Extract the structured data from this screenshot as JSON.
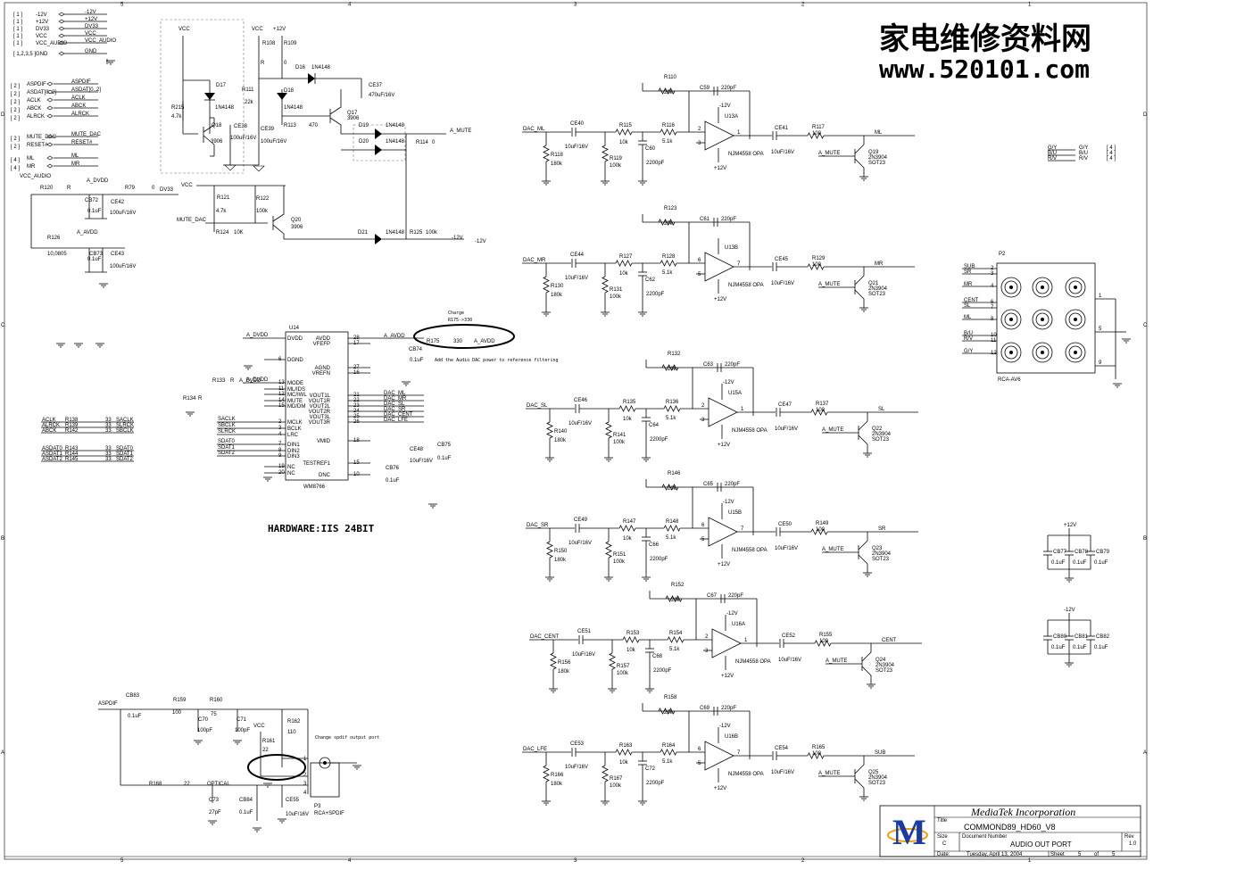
{
  "watermark": {
    "cn": "家电维修资料网",
    "url": "www.520101.com"
  },
  "hardware_note": "HARDWARE:IIS 24BIT",
  "notes": {
    "charge1": "Charge",
    "charge1b": "R175->330",
    "dac_note": "Add the Audio DAC power to reference filtering",
    "spdif_note": "Change spdif output port"
  },
  "title_block": {
    "company": "MediaTek Incorporation",
    "title_label": "Title",
    "title": "COMMOND89_HD60_V8",
    "size_label": "Size",
    "size": "C",
    "docnum_label": "Document Number",
    "docnum": "AUDIO OUT PORT",
    "rev_label": "Rev",
    "rev": "1.0",
    "date_label": "Date:",
    "date": "Tuesday, April 13, 2004",
    "sheet_label": "Sheet",
    "sheet": "5",
    "of_label": "of",
    "of": "5"
  },
  "power_ports": [
    {
      "page": "[ 1 ]",
      "net": "-12V",
      "out": "-12V"
    },
    {
      "page": "[ 1 ]",
      "net": "+12V",
      "out": "+12V"
    },
    {
      "page": "[ 1 ]",
      "net": "DV33",
      "out": "DV33"
    },
    {
      "page": "[ 1 ]",
      "net": "VCC",
      "out": "VCC"
    },
    {
      "page": "[ 1 ]",
      "net": "VCC_AUDIO",
      "out": "VCC_AUDIO"
    },
    {
      "page": "[ 1,2,3,5 ]",
      "net": "GND",
      "out": "GND"
    }
  ],
  "signal_ports": [
    {
      "page": "[ 2 ]",
      "net": "ASPDIF",
      "out": "ASPDIF"
    },
    {
      "page": "[ 2 ]",
      "net": "ASDAT[0..2]",
      "out": "ASDAT[0..2]"
    },
    {
      "page": "[ 2 ]",
      "net": "ACLK",
      "out": "ACLK"
    },
    {
      "page": "[ 2 ]",
      "net": "ABCK",
      "out": "ABCK"
    },
    {
      "page": "[ 2 ]",
      "net": "ALRCK",
      "out": "ALRCK"
    },
    {
      "page": "[ 2 ]",
      "net": "MUTE_DAC",
      "out": "MUTE_DAC"
    },
    {
      "page": "[ 2 ]",
      "net": "RESET#",
      "out": "RESET#"
    },
    {
      "page": "[ 4 ]",
      "net": "ML",
      "out": "ML"
    },
    {
      "page": "[ 4 ]",
      "net": "MR",
      "out": "MR"
    }
  ],
  "video_ports": [
    {
      "net": "G/Y",
      "page": "[ 4 ]"
    },
    {
      "net": "B/U",
      "page": "[ 4 ]"
    },
    {
      "net": "R/V",
      "page": "[ 4 ]"
    }
  ],
  "mute": {
    "vcc": "VCC",
    "p12": "+12V",
    "parts": [
      "R215",
      "4.7k",
      "D17",
      "1N4148",
      "Q18",
      "3906",
      "CE38",
      "100uF/16V",
      "R111",
      "22k",
      "R108",
      "R",
      "R109",
      "0",
      "D16",
      "1N4148",
      "D18",
      "1N4148",
      "R113",
      "470",
      "Q17",
      "3906",
      "CE39",
      "100uF/16V",
      "CE37",
      "470uF/16V",
      "D19",
      "1N4148",
      "D20",
      "1N4148",
      "R114",
      "0",
      "A_MUTE",
      "R121",
      "4.7k",
      "R122",
      "100k",
      "R124",
      "10K",
      "Q20",
      "3906",
      "MUTE_DAC",
      "D21",
      "1N4148",
      "R125",
      "100k",
      "-12V",
      "-12V"
    ]
  },
  "supply": {
    "parts": [
      "VCC_AUDIO",
      "R120",
      "R",
      "A_DVDD",
      "R79",
      "0",
      "DV33",
      "CB72",
      "0.1uF",
      "CE42",
      "100uF/16V",
      "R126",
      "10,0805",
      "A_AVDD",
      "CB73",
      "0.1uF",
      "CE43",
      "100uF/16V"
    ]
  },
  "dac": {
    "ref": "U14",
    "part": "WM8766",
    "left_pins": [
      {
        "name": "DVDD",
        "num": "",
        "net": "A_DVDD"
      },
      {
        "name": "DGND",
        "num": "6",
        "net": ""
      },
      {
        "name": "MODE",
        "num": "13",
        "net": "A_DVDD"
      },
      {
        "name": "ML/IDS",
        "num": "11",
        "net": ""
      },
      {
        "name": "MC/IWL",
        "num": "12",
        "net": ""
      },
      {
        "name": "MUTE",
        "num": "14",
        "net": ""
      },
      {
        "name": "MD/DM",
        "num": "15",
        "net": ""
      },
      {
        "name": "MCLK",
        "num": "2",
        "net": "SACLK"
      },
      {
        "name": "BCLK",
        "num": "3",
        "net": "SBCLK"
      },
      {
        "name": "LRC",
        "num": "4",
        "net": "SLRCK"
      },
      {
        "name": "DIN1",
        "num": "7",
        "net": "SDAT0"
      },
      {
        "name": "DIN2",
        "num": "8",
        "net": "SDAT1"
      },
      {
        "name": "DIN3",
        "num": "9",
        "net": "SDAT2"
      },
      {
        "name": "NC",
        "num": "19",
        "net": ""
      },
      {
        "name": "NC",
        "num": "20",
        "net": ""
      }
    ],
    "right_pins": [
      {
        "name": "AVDD",
        "num": "28",
        "net": "A_AVDD"
      },
      {
        "name": "VFEFP",
        "num": "17",
        "net": ""
      },
      {
        "name": "AGND",
        "num": "27",
        "net": ""
      },
      {
        "name": "VREFN",
        "num": "16",
        "net": ""
      },
      {
        "name": "VOUT1L",
        "num": "21",
        "net": "DAC_ML"
      },
      {
        "name": "VOUT1R",
        "num": "22",
        "net": "DAC_MR"
      },
      {
        "name": "VOUT2L",
        "num": "23",
        "net": "DAC_SL"
      },
      {
        "name": "VOUT2R",
        "num": "24",
        "net": "DAC_SR"
      },
      {
        "name": "VOUT3L",
        "num": "25",
        "net": "DAC_CENT"
      },
      {
        "name": "VOUT3R",
        "num": "26",
        "net": "DAC_LFE"
      },
      {
        "name": "VMID",
        "num": "18",
        "net": ""
      },
      {
        "name": "TESTREF1",
        "num": "15",
        "net": ""
      },
      {
        "name": "DNC",
        "num": "10",
        "net": ""
      }
    ],
    "extras": [
      "R175",
      "330",
      "A_AVDD",
      "CB74",
      "0.1uF",
      "CE48",
      "10uF/16V",
      "CB75",
      "0.1uF",
      "CB76",
      "0.1uF",
      "R133",
      "R",
      "A_DVDD",
      "R134",
      "R"
    ]
  },
  "serial_res": [
    {
      "in": "ACLK",
      "r": "R138",
      "v": "33",
      "out": "SACLK"
    },
    {
      "in": "ALRCK",
      "r": "R139",
      "v": "33",
      "out": "SLRCK"
    },
    {
      "in": "ABCK",
      "r": "R142",
      "v": "33",
      "out": "SBCLK"
    },
    {
      "in": "ASDAT0",
      "r": "R143",
      "v": "33",
      "out": "SDAT0"
    },
    {
      "in": "ASDAT1",
      "r": "R144",
      "v": "33",
      "out": "SDAT1"
    },
    {
      "in": "ASDAT2",
      "r": "R145",
      "v": "33",
      "out": "SDAT2"
    }
  ],
  "channels": [
    {
      "in": "DAC_ML",
      "ce_in": "CE40",
      "ce_in_v": "10uF/16V",
      "r_sh": "R118",
      "r_sh_v": "180k",
      "r_ser": "R115",
      "r_ser_v": "10k",
      "r_g": "R119",
      "r_g_v": "100k",
      "cap": "C60",
      "cap_v": "2200pF",
      "r_in": "R116",
      "r_in_v": "5.1k",
      "r_fb": "R110",
      "r_fb_v": "20k",
      "c_fb": "C59",
      "c_fb_v": "220pF",
      "op": "U13A",
      "op_pn": "NJM4558 OPA",
      "pins": [
        "2",
        "3",
        "1"
      ],
      "vneg": "-12V",
      "vpos": "+12V",
      "ce_out": "CE41",
      "ce_out_v": "10uF/16V",
      "r_out": "R117",
      "r_out_v": "100",
      "q": "Q19",
      "q_pn": "2N3904",
      "q_pkg": "SOT23",
      "mute": "A_MUTE",
      "out": "ML"
    },
    {
      "in": "DAC_MR",
      "ce_in": "CE44",
      "ce_in_v": "10uF/16V",
      "r_sh": "R130",
      "r_sh_v": "180k",
      "r_ser": "R127",
      "r_ser_v": "10k",
      "r_g": "R131",
      "r_g_v": "100k",
      "cap": "C62",
      "cap_v": "2200pF",
      "r_in": "R128",
      "r_in_v": "5.1k",
      "r_fb": "R123",
      "r_fb_v": "20k",
      "c_fb": "C61",
      "c_fb_v": "220pF",
      "op": "U13B",
      "op_pn": "NJM4558 OPA",
      "pins": [
        "6",
        "5",
        "7"
      ],
      "vneg": "",
      "vpos": "+12V",
      "ce_out": "CE45",
      "ce_out_v": "10uF/16V",
      "r_out": "R129",
      "r_out_v": "100",
      "q": "Q21",
      "q_pn": "2N3904",
      "q_pkg": "SOT23",
      "mute": "A_MUTE",
      "out": "MR"
    },
    {
      "in": "DAC_SL",
      "ce_in": "CE46",
      "ce_in_v": "10uF/16V",
      "r_sh": "R140",
      "r_sh_v": "180k",
      "r_ser": "R135",
      "r_ser_v": "10k",
      "r_g": "R141",
      "r_g_v": "100k",
      "cap": "C64",
      "cap_v": "2200pF",
      "r_in": "R136",
      "r_in_v": "5.1k",
      "r_fb": "R132",
      "r_fb_v": "20k",
      "c_fb": "C63",
      "c_fb_v": "220pF",
      "op": "U15A",
      "op_pn": "NJM4558 OPA",
      "pins": [
        "2",
        "3",
        "1"
      ],
      "vneg": "-12V",
      "vpos": "+12V",
      "ce_out": "CE47",
      "ce_out_v": "10uF/16V",
      "r_out": "R137",
      "r_out_v": "100",
      "q": "Q22",
      "q_pn": "2N3904",
      "q_pkg": "SOT23",
      "mute": "A_MUTE",
      "out": "SL"
    },
    {
      "in": "DAC_SR",
      "ce_in": "CE49",
      "ce_in_v": "10uF/16V",
      "r_sh": "R150",
      "r_sh_v": "180k",
      "r_ser": "R147",
      "r_ser_v": "10k",
      "r_g": "R151",
      "r_g_v": "100k",
      "cap": "C66",
      "cap_v": "2200pF",
      "r_in": "R148",
      "r_in_v": "5.1k",
      "r_fb": "R146",
      "r_fb_v": "20k",
      "c_fb": "C65",
      "c_fb_v": "220pF",
      "op": "U15B",
      "op_pn": "NJM4558 OPA",
      "pins": [
        "6",
        "5",
        "7"
      ],
      "vneg": "-12V",
      "vpos": "+12V",
      "ce_out": "CE50",
      "ce_out_v": "10uF/16V",
      "r_out": "R149",
      "r_out_v": "100",
      "q": "Q23",
      "q_pn": "2N3904",
      "q_pkg": "SOT23",
      "mute": "A_MUTE",
      "out": "SR"
    },
    {
      "in": "DAC_CENT",
      "ce_in": "CE51",
      "ce_in_v": "10uF/16V",
      "r_sh": "R156",
      "r_sh_v": "180k",
      "r_ser": "R153",
      "r_ser_v": "10k",
      "r_g": "R157",
      "r_g_v": "100k",
      "cap": "C68",
      "cap_v": "2200pF",
      "r_in": "R154",
      "r_in_v": "5.1k",
      "r_fb": "R152",
      "r_fb_v": "20k",
      "c_fb": "C67",
      "c_fb_v": "220pF",
      "op": "U16A",
      "op_pn": "NJM4558 OPA",
      "pins": [
        "2",
        "3",
        "1"
      ],
      "vneg": "-12V",
      "vpos": "+12V",
      "ce_out": "CE52",
      "ce_out_v": "10uF/16V",
      "r_out": "R155",
      "r_out_v": "100",
      "q": "Q24",
      "q_pn": "2N3904",
      "q_pkg": "SOT23",
      "mute": "A_MUTE",
      "out": "CENT"
    },
    {
      "in": "DAC_LFE",
      "ce_in": "CE53",
      "ce_in_v": "10uF/16V",
      "r_sh": "R166",
      "r_sh_v": "180k",
      "r_ser": "R163",
      "r_ser_v": "10k",
      "r_g": "R167",
      "r_g_v": "100k",
      "cap": "C72",
      "cap_v": "2200pF",
      "r_in": "R164",
      "r_in_v": "5.1k",
      "r_fb": "R158",
      "r_fb_v": "20k",
      "c_fb": "C69",
      "c_fb_v": "220pF",
      "op": "U16B",
      "op_pn": "NJM4558 OPA",
      "pins": [
        "6",
        "5",
        "7"
      ],
      "vneg": "-12V",
      "vpos": "+12V",
      "ce_out": "CE54",
      "ce_out_v": "10uF/16V",
      "r_out": "R165",
      "r_out_v": "100",
      "q": "Q25",
      "q_pn": "2N3904",
      "q_pkg": "SOT23",
      "mute": "A_MUTE",
      "out": "SUB"
    }
  ],
  "connector": {
    "ref": "P2",
    "part": "RCA-AV6",
    "pins": [
      {
        "net": "SUB",
        "num": "2"
      },
      {
        "net": "SR",
        "num": "3"
      },
      {
        "net": "MR",
        "num": "4"
      },
      {
        "net": "CENT",
        "num": "6"
      },
      {
        "net": "SL",
        "num": "7"
      },
      {
        "net": "ML",
        "num": "8"
      },
      {
        "net": "B/U",
        "num": "10"
      },
      {
        "net": "R/V",
        "num": "11"
      },
      {
        "net": "G/Y",
        "num": "12"
      }
    ],
    "gnd_pins": [
      "1",
      "5",
      "9"
    ]
  },
  "decoupling": {
    "pos": {
      "rail": "+12V",
      "caps": [
        "CB77",
        "CB78",
        "CB79"
      ],
      "val": "0.1uF"
    },
    "neg": {
      "rail": "-12V",
      "caps": [
        "CB80",
        "CB81",
        "CB82"
      ],
      "val": "0.1uF"
    }
  },
  "spdif": {
    "parts": [
      "ASPDIF",
      "CB83",
      "0.1uF",
      "R159",
      "100",
      "R160",
      "75",
      "C70",
      "100pF",
      "C71",
      "100pF",
      "VCC",
      "R161",
      "22",
      "R162",
      "110",
      "R168",
      "22",
      "OPTICAL",
      "C73",
      "27pF",
      "CB84",
      "0.1uF",
      "CE55",
      "10uF/16V",
      "P3",
      "RCA+SPDIF"
    ],
    "pins": [
      "1",
      "2",
      "3",
      "4"
    ]
  },
  "border": {
    "cols": [
      "5",
      "4",
      "3",
      "2",
      "1"
    ],
    "rows": [
      "D",
      "C",
      "B",
      "A"
    ]
  }
}
